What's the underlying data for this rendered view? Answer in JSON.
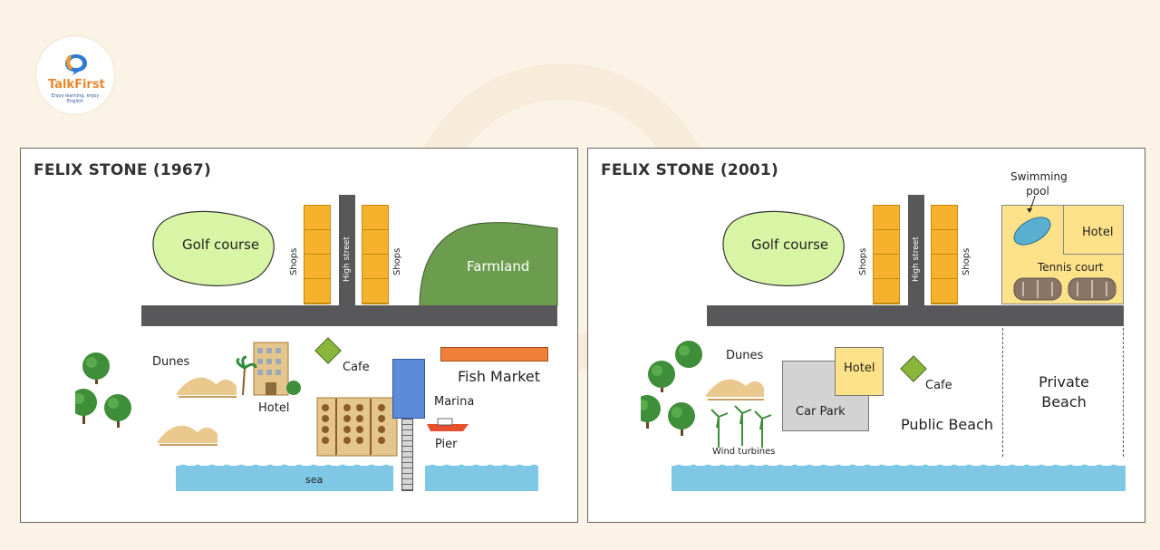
{
  "brand": {
    "name": "TalkFirst",
    "tagline": "Enjoy learning, enjoy English"
  },
  "colors": {
    "road": "#58585a",
    "shops": "#f6b22d",
    "golf": "#d8f5a5",
    "farmland": "#6c9d4e",
    "sea": "#7ec8e5",
    "fish_market": "#f07f3a",
    "pier": "#5b8bd9",
    "cafe": "#8ab73b",
    "hotel": "#fde289",
    "car_park": "#d3d3d3",
    "pool": "#5aaed0"
  },
  "map1967": {
    "title": "FELIX STONE (1967)",
    "golf": "Golf course",
    "shops_left": "Shops",
    "high_street": "High street",
    "shops_right": "Shops",
    "farmland": "Farmland",
    "dunes": "Dunes",
    "hotel": "Hotel",
    "cafe": "Cafe",
    "fish_market": "Fish Market",
    "marina": "Marina",
    "pier": "Pier",
    "sea": "sea"
  },
  "map2001": {
    "title": "FELIX STONE (2001)",
    "golf": "Golf course",
    "shops_left": "Shops",
    "high_street": "High street",
    "shops_right": "Shops",
    "swimming_pool": "Swimming pool",
    "hotel_top": "Hotel",
    "tennis": "Tennis court",
    "dunes": "Dunes",
    "hotel": "Hotel",
    "car_park": "Car Park",
    "cafe": "Cafe",
    "public_beach": "Public Beach",
    "private_beach": "Private Beach",
    "wind_turbines": "Wind turbines"
  }
}
